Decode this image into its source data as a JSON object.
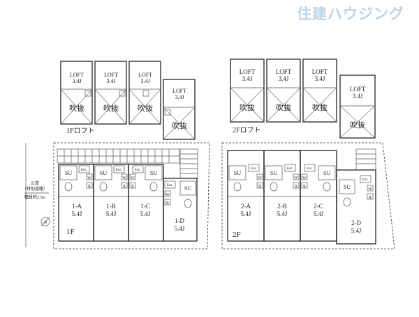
{
  "watermark": "住建ハウジング",
  "loft_1f": {
    "label": "1Fロフト",
    "units": [
      {
        "name": "LOFT",
        "size": "3.4J",
        "void": "吹抜"
      },
      {
        "name": "LOFT",
        "size": "3.4J",
        "void": "吹抜"
      },
      {
        "name": "LOFT",
        "size": "3.4J",
        "void": "吹抜"
      },
      {
        "name": "LOFT",
        "size": "3.4J",
        "void": "吹抜"
      }
    ]
  },
  "loft_2f": {
    "label": "2Fロフト",
    "units": [
      {
        "name": "LOFT",
        "size": "3.4J",
        "void": "吹抜"
      },
      {
        "name": "LOFT",
        "size": "3.4J",
        "void": "吹抜"
      },
      {
        "name": "LOFT",
        "size": "3.4J",
        "void": "吹抜"
      },
      {
        "name": "LOFT",
        "size": "3.4J",
        "void": "吹抜"
      }
    ]
  },
  "floor_1f": {
    "label": "1F",
    "road": {
      "line1": "公道",
      "line2": "（特別道路）",
      "width": "幅員約2.5m"
    },
    "north_symbol": "N",
    "rooms": [
      {
        "id": "1-A",
        "size": "5.4J"
      },
      {
        "id": "1-B",
        "size": "5.4J"
      },
      {
        "id": "1-C",
        "size": "5.4J"
      },
      {
        "id": "1-D",
        "size": "5.4J"
      }
    ]
  },
  "floor_2f": {
    "label": "2F",
    "rooms": [
      {
        "id": "2-A",
        "size": "5.4J"
      },
      {
        "id": "2-B",
        "size": "5.4J"
      },
      {
        "id": "2-C",
        "size": "5.4J"
      },
      {
        "id": "2-D",
        "size": "5.4J"
      }
    ]
  },
  "fixtures": {
    "shower": "SU",
    "wash": "W",
    "fridge": "R",
    "entrance": "Ent."
  }
}
